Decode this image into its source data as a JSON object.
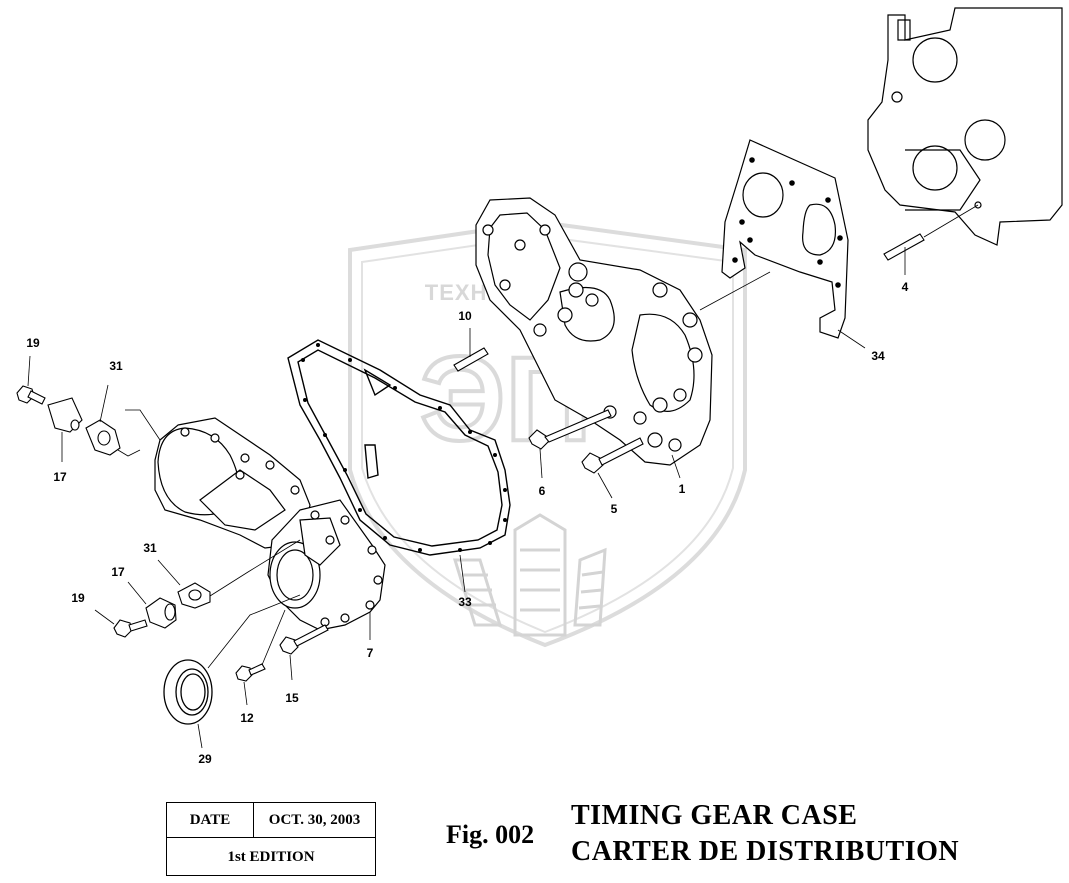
{
  "watermark": {
    "text": "ТЕХНИКА ЗАПЧАСТИ",
    "logo_letters": "ЭПЧ"
  },
  "callouts": {
    "c1": "1",
    "c4": "4",
    "c5": "5",
    "c6": "6",
    "c7": "7",
    "c10": "10",
    "c12": "12",
    "c15": "15",
    "c17a": "17",
    "c17b": "17",
    "c19a": "19",
    "c19b": "19",
    "c29": "29",
    "c31a": "31",
    "c31b": "31",
    "c33": "33",
    "c34": "34"
  },
  "date_box": {
    "date_label": "DATE",
    "date_value": "OCT. 30, 2003",
    "edition": "1st EDITION"
  },
  "figure": {
    "number": "Fig. 002",
    "title_en": "TIMING GEAR CASE",
    "title_fr": "CARTER DE DISTRIBUTION"
  }
}
